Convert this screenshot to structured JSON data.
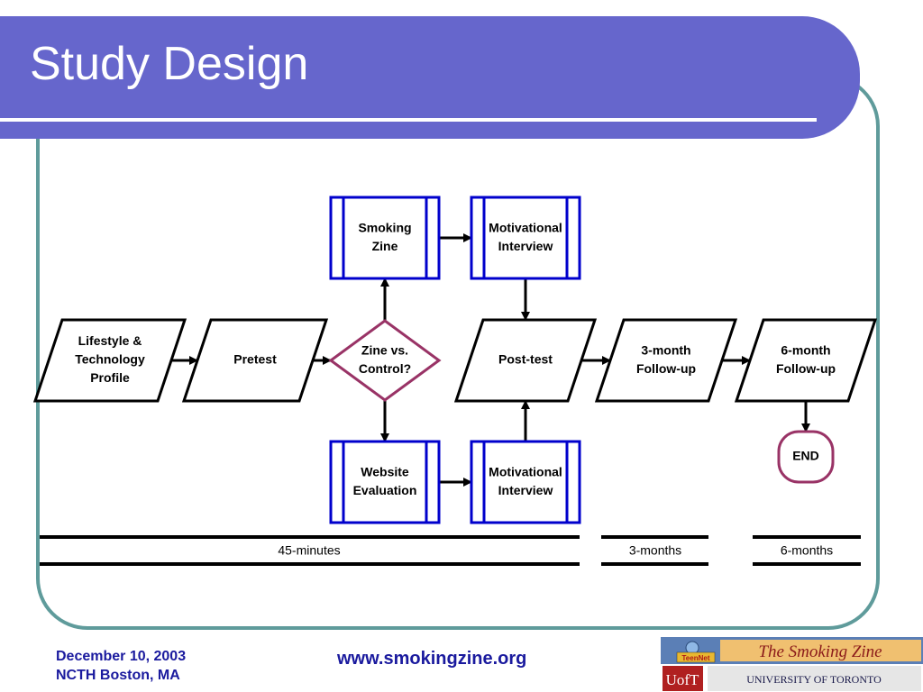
{
  "slide": {
    "title": "Study Design",
    "footer_date": "December 10, 2003",
    "footer_location": "NCTH Boston, MA",
    "footer_url": "www.smokingzine.org"
  },
  "colors": {
    "title_bar": "#6666cc",
    "frame_border": "#5f9b9b",
    "process_border": "#0000cc",
    "decision_border": "#993366",
    "footer_text": "#1a1a9e"
  },
  "flowchart": {
    "nodes": {
      "lifestyle_profile": {
        "shape": "parallelogram",
        "lines": [
          "Lifestyle &",
          "Technology",
          "Profile"
        ]
      },
      "pretest": {
        "shape": "parallelogram",
        "lines": [
          "Pretest"
        ]
      },
      "zine_vs_control": {
        "shape": "diamond",
        "lines": [
          "Zine vs.",
          "Control?"
        ]
      },
      "smoking_zine": {
        "shape": "predefined-process",
        "lines": [
          "Smoking",
          "Zine"
        ]
      },
      "motivational_interview_top": {
        "shape": "predefined-process",
        "lines": [
          "Motivational",
          "Interview"
        ]
      },
      "website_evaluation": {
        "shape": "predefined-process",
        "lines": [
          "Website",
          "Evaluation"
        ]
      },
      "motivational_interview_bottom": {
        "shape": "predefined-process",
        "lines": [
          "Motivational",
          "Interview"
        ]
      },
      "post_test": {
        "shape": "parallelogram",
        "lines": [
          "Post-test"
        ]
      },
      "followup_3_month": {
        "shape": "parallelogram",
        "lines": [
          "3-month",
          "Follow-up"
        ]
      },
      "followup_6_month": {
        "shape": "parallelogram",
        "lines": [
          "6-month",
          "Follow-up"
        ]
      },
      "end": {
        "shape": "terminator",
        "lines": [
          "END"
        ]
      }
    },
    "edges": [
      {
        "from": "lifestyle_profile",
        "to": "pretest"
      },
      {
        "from": "pretest",
        "to": "zine_vs_control"
      },
      {
        "from": "zine_vs_control",
        "to": "smoking_zine"
      },
      {
        "from": "zine_vs_control",
        "to": "website_evaluation"
      },
      {
        "from": "smoking_zine",
        "to": "motivational_interview_top"
      },
      {
        "from": "website_evaluation",
        "to": "motivational_interview_bottom"
      },
      {
        "from": "motivational_interview_top",
        "to": "post_test"
      },
      {
        "from": "motivational_interview_bottom",
        "to": "post_test"
      },
      {
        "from": "post_test",
        "to": "followup_3_month"
      },
      {
        "from": "followup_3_month",
        "to": "followup_6_month"
      },
      {
        "from": "followup_6_month",
        "to": "end"
      }
    ],
    "timeline": [
      {
        "label": "45-minutes"
      },
      {
        "label": "3-months"
      },
      {
        "label": "6-months"
      }
    ]
  },
  "logo": {
    "badge_text": "TeenNet",
    "banner_text": "The Smoking Zine",
    "mark_text": "UofT",
    "university_text": "UNIVERSITY OF TORONTO"
  }
}
